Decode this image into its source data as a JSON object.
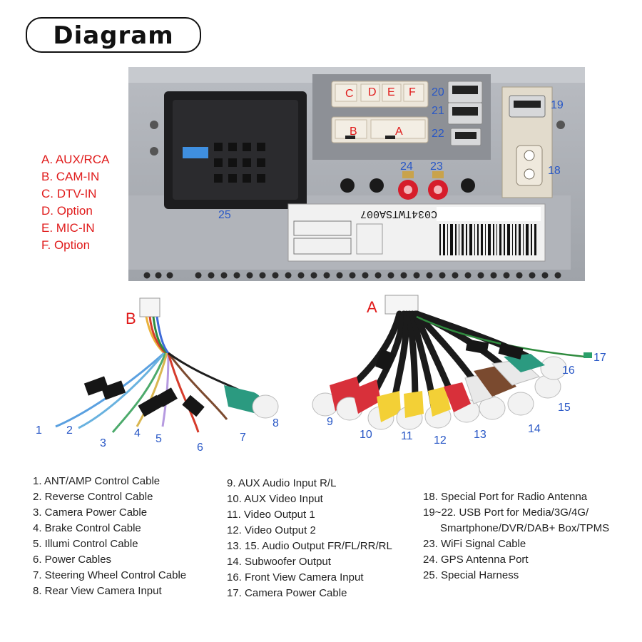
{
  "title": "Diagram",
  "connector_legend": [
    "A. AUX/RCA",
    "B. CAM-IN",
    "C. DTV-IN",
    "D. Option",
    "E. MIC-IN",
    "F. Option"
  ],
  "unit_labels": {
    "port_c": "C",
    "port_d": "D",
    "port_e": "E",
    "port_f": "F",
    "port_b": "B",
    "port_a": "A",
    "n20": "20",
    "n21": "21",
    "n22": "22",
    "n19": "19",
    "n18": "18",
    "n24": "24",
    "n23": "23",
    "n25": "25",
    "model_code": "C034TWTSA007"
  },
  "harness_b": {
    "tag": "B",
    "cable_numbers": [
      "1",
      "2",
      "3",
      "4",
      "5",
      "6",
      "7",
      "8"
    ]
  },
  "harness_a": {
    "tag": "A",
    "cable_numbers": [
      "9",
      "10",
      "11",
      "12",
      "13",
      "14",
      "15",
      "16",
      "17"
    ]
  },
  "descriptions": {
    "col1": [
      "1. ANT/AMP Control Cable",
      "2. Reverse Control Cable",
      "3. Camera Power Cable",
      "4. Brake Control Cable",
      "5. Illumi Control Cable",
      "6. Power Cables",
      "7. Steering Wheel Control Cable",
      "8. Rear View Camera Input"
    ],
    "col2": [
      "9. AUX Audio Input R/L",
      "10. AUX Video Input",
      "11. Video Output 1",
      "12. Video Output 2",
      "13. 15. Audio Output FR/FL/RR/RL",
      "14. Subwoofer Output",
      "16. Front View Camera Input",
      "17. Camera Power Cable"
    ],
    "col3": [
      "18. Special Port for Radio Antenna",
      "19~22. USB Port for Media/3G/4G/",
      "Smartphone/DVR/DAB+ Box/TPMS",
      "23. WiFi Signal Cable",
      "24. GPS Antenna Port",
      "25. Special Harness"
    ]
  }
}
